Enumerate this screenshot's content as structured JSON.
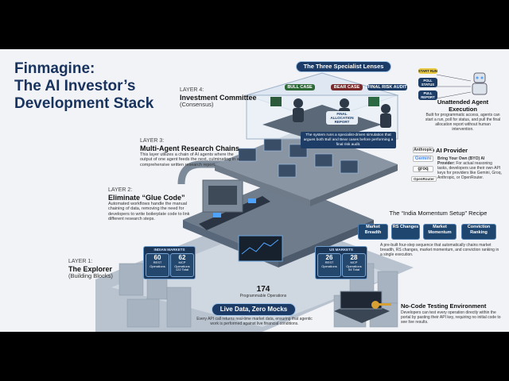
{
  "title": {
    "line1": "Finmagine:",
    "line2": "The AI Investor’s",
    "line3": "Development Stack"
  },
  "layers": [
    {
      "label": "LAYER 4:",
      "title": "Investment Committee",
      "subtitle": "(Consensus)",
      "desc": ""
    },
    {
      "label": "LAYER 3:",
      "title": "Multi-Agent Research Chains",
      "subtitle": "",
      "desc": "This layer utilizes a chain of AI agents where the output of one agent feeds the next, culminating in a comprehensive written research report."
    },
    {
      "label": "LAYER 2:",
      "title": "Eliminate “Glue Code”",
      "subtitle": "",
      "desc": "Automated workflows handle the manual chaining of data, removing the need for developers to write boilerplate code to link different research steps."
    },
    {
      "label": "LAYER 1:",
      "title": "The Explorer",
      "subtitle": "(Building Blocks)",
      "desc": ""
    }
  ],
  "lenses": {
    "header": "The Three Specialist Lenses",
    "tags": [
      "BULL CASE",
      "BEAR CASE",
      "FINAL RISK AUDIT"
    ],
    "report": "FINAL ALLOCATION REPORT",
    "caption": "The system runs a specialist-driven simulation that argues both Bull and Bear cases before performing a final risk audit."
  },
  "unattended": {
    "chips": [
      "START RUN",
      "POLL STATUS",
      "PULL REPORT"
    ],
    "title": "Unattended Agent Execution",
    "desc": "Built for programmatic access, agents can start a run, poll for status, and pull the final allocation report without human intervention."
  },
  "byo": {
    "title": "BYO AI Provider",
    "providers": [
      "Anthropic",
      "Gemini",
      "groq",
      "OpenRouter"
    ],
    "desc_bold": "Bring Your Own (BYO) AI Provider:",
    "desc": "For actual reasoning tasks, developers use their own API keys for providers like Gemini, Groq, Anthropic, or OpenRouter."
  },
  "recipe": {
    "title": "The “India Momentum Setup” Recipe",
    "steps": [
      "Market Breadth",
      "RS Changes",
      "Market Momentum",
      "Conviction Ranking"
    ],
    "desc": "A pre-built four-step sequence that automatically chains market breadth, RS changes, market momentum, and conviction ranking in a single execution."
  },
  "panels": {
    "india_header": "INDIAN MARKETS",
    "us_header": "US MARKETS",
    "india": [
      {
        "value": "60",
        "label": "REST Operations"
      },
      {
        "value": "62",
        "label": "MCP Operations",
        "sub": "122 Total"
      }
    ],
    "us": [
      {
        "value": "26",
        "label": "REST Operations"
      },
      {
        "value": "28",
        "label": "MCP Operations",
        "sub": "54 Total"
      }
    ]
  },
  "programmable": {
    "value": "174",
    "label": "Programmable Operations"
  },
  "livedata": {
    "title": "Live Data, Zero Mocks",
    "desc": "Every API call returns real-time market data, ensuring that agentic work is performed against live financial conditions."
  },
  "nocode": {
    "title": "No-Code Testing Environment",
    "desc": "Developers can test every operation directly within the portal by pasting their API key, requiring no initial code to see live results."
  },
  "colors": {
    "navy": "#18335e",
    "panel": "#24476e",
    "accent": "#4da3ff"
  }
}
